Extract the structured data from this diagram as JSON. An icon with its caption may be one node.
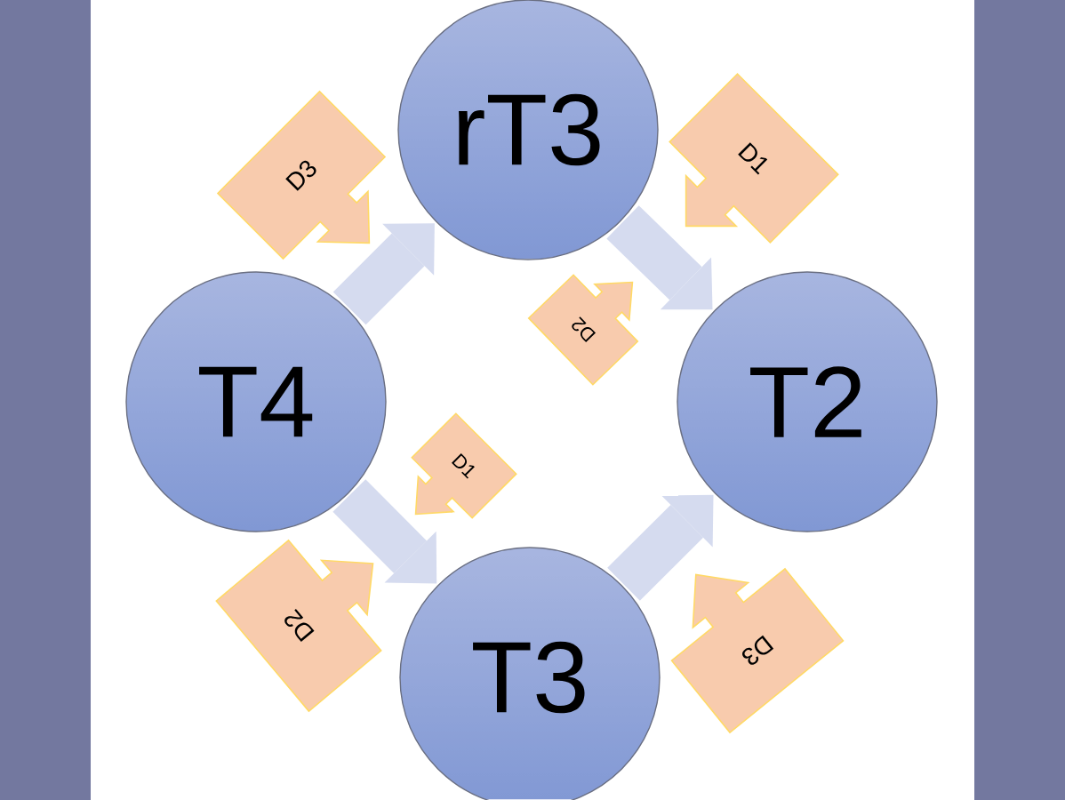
{
  "diagram": {
    "nodes": [
      {
        "text": [
          "rT3"
        ]
      },
      {
        "text": [
          "D3"
        ]
      },
      {
        "text": [
          "D1"
        ]
      },
      {
        "text": [
          "D2"
        ]
      },
      {
        "text": [
          "T4"
        ]
      },
      {
        "text": [
          "T2"
        ]
      },
      {
        "text": [
          "D1"
        ]
      },
      {
        "text": [
          "D2"
        ]
      },
      {
        "text": [
          "T3"
        ]
      },
      {
        "text": [
          "D3"
        ]
      }
    ],
    "edges": [
      {
        "from": 4,
        "to": 0,
        "arrow": "to"
      },
      {
        "from": 0,
        "to": 5,
        "arrow": "to"
      },
      {
        "from": 4,
        "to": 8,
        "arrow": "to"
      },
      {
        "from": 8,
        "to": 5,
        "arrow": "to"
      }
    ]
  }
}
